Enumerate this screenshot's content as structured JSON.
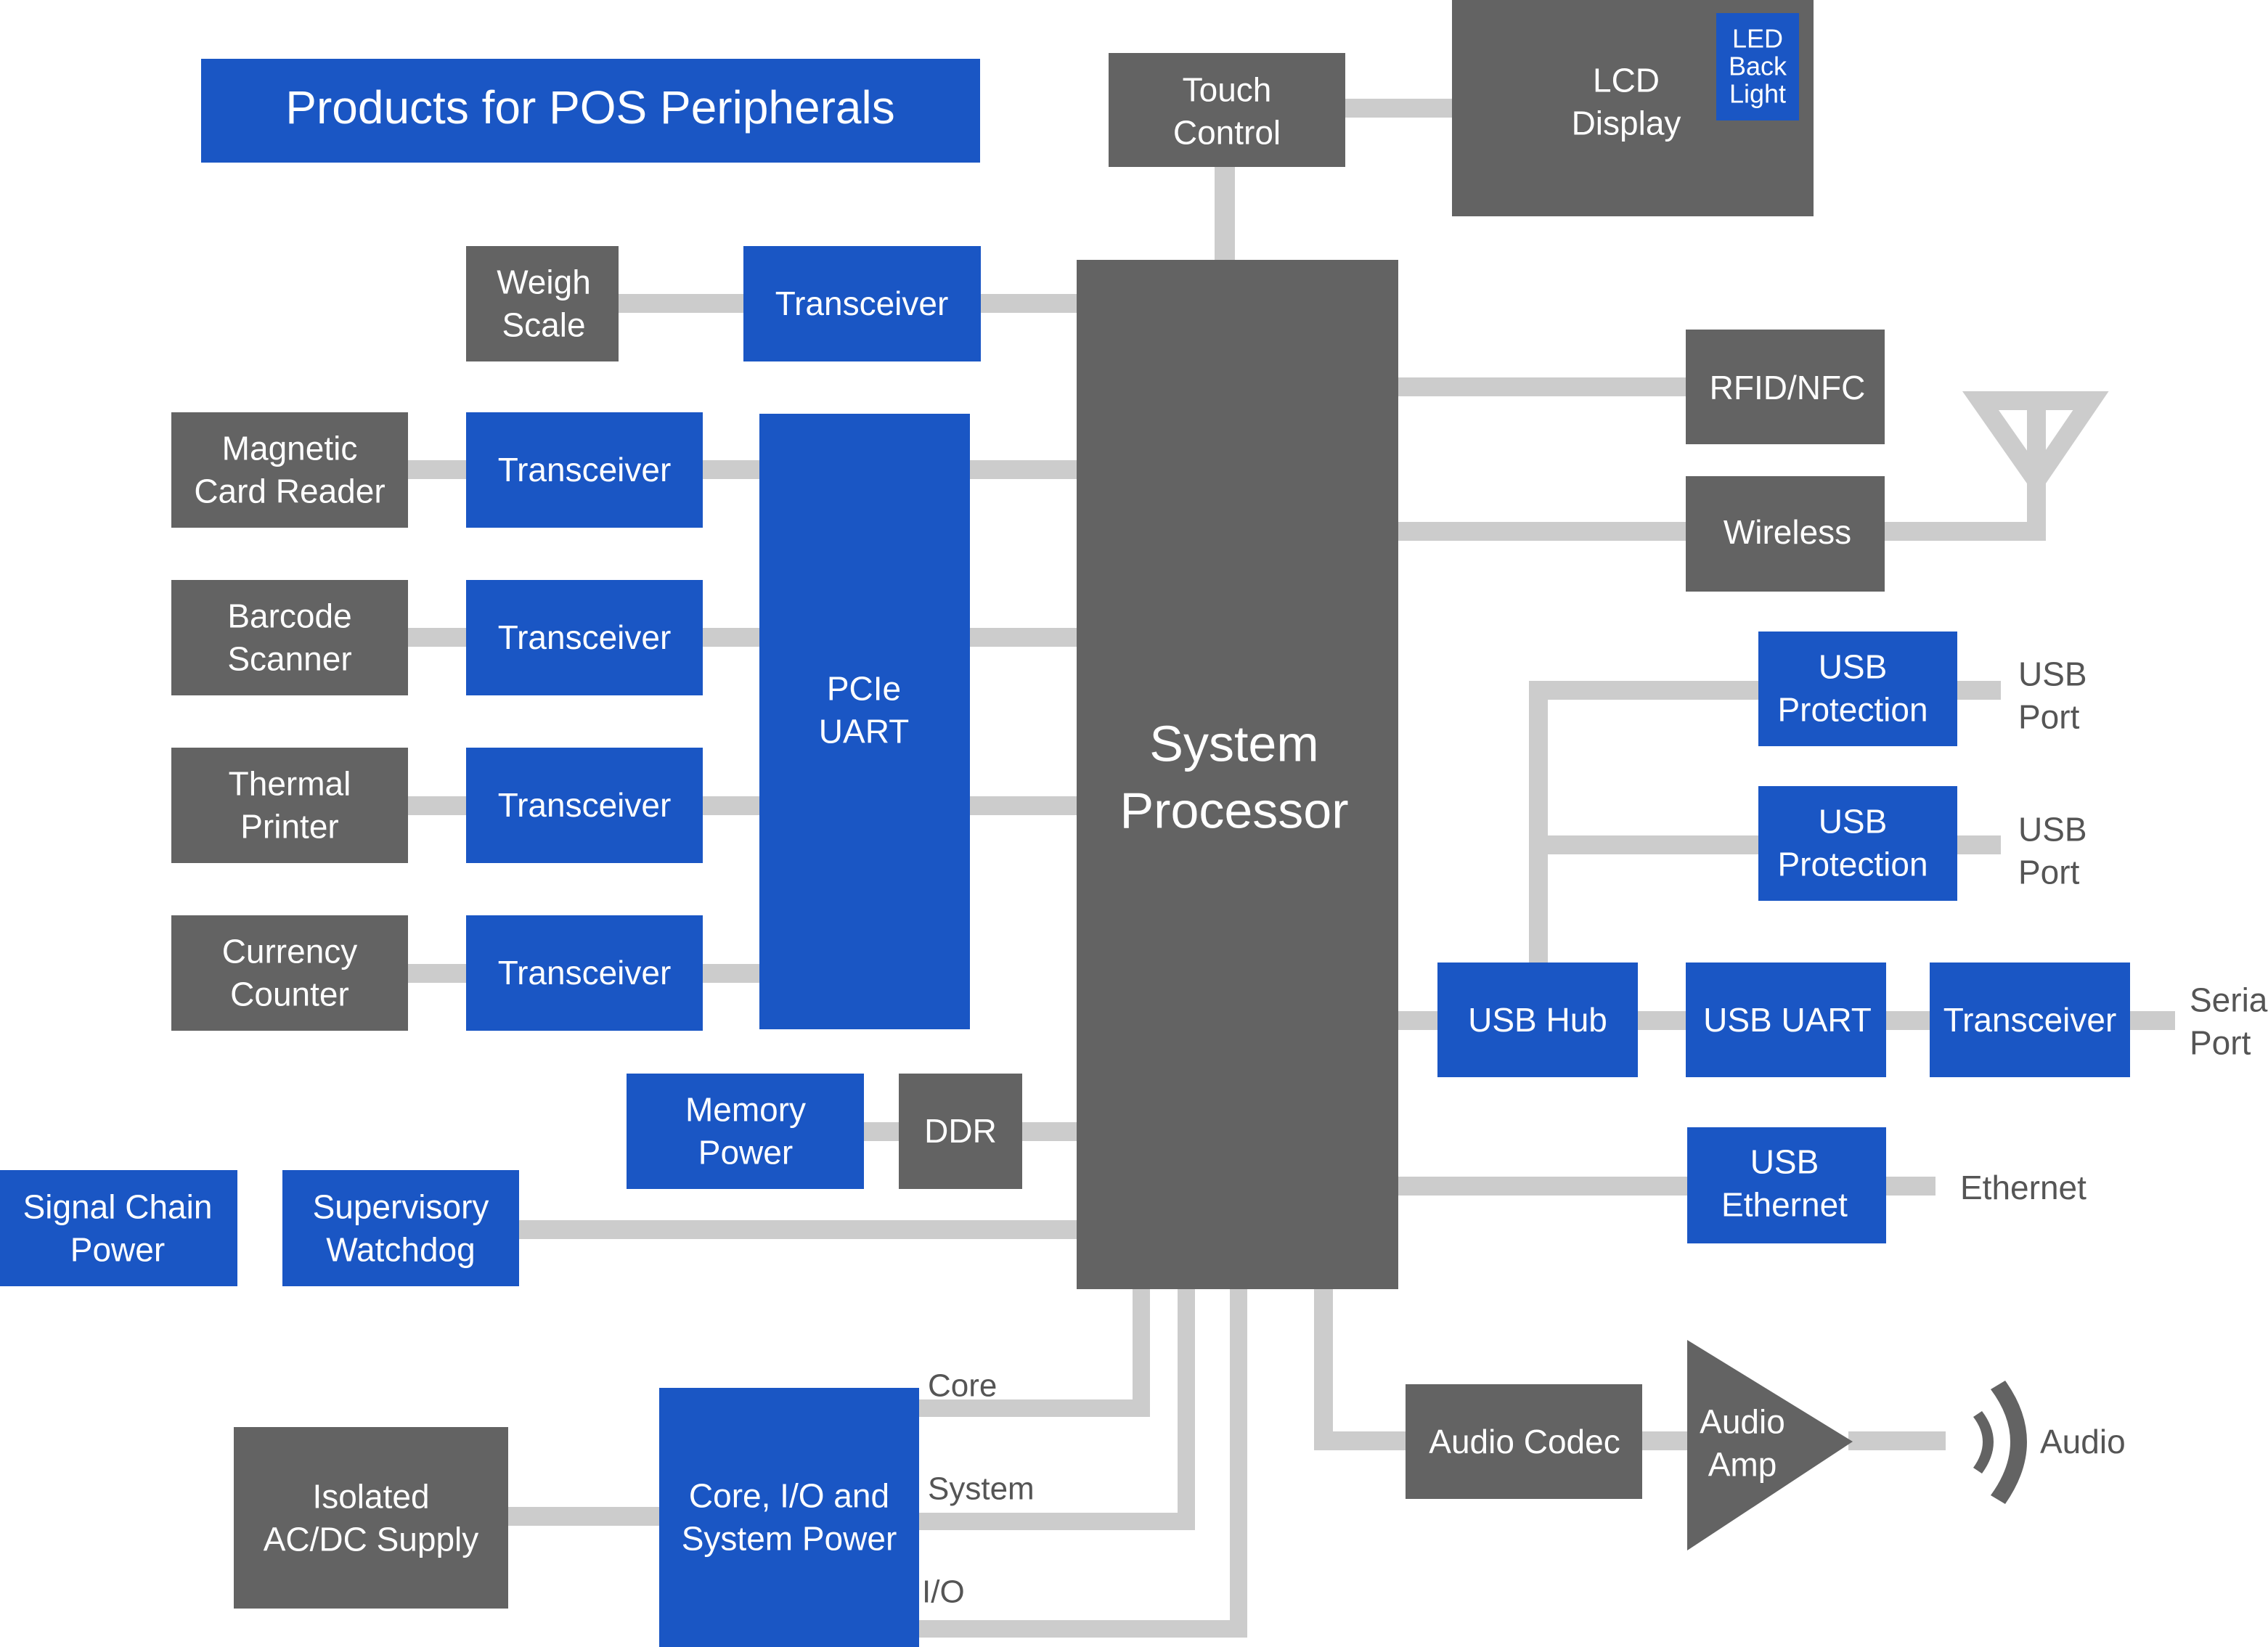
{
  "title": "Products for POS Peripherals",
  "colors": {
    "blue": "#1a56c4",
    "gray": "#636363",
    "line": "#cccccc",
    "external_text": "#555555"
  },
  "blocks": {
    "touch_control": [
      "Touch",
      "Control"
    ],
    "lcd_display": [
      "LCD",
      "Display"
    ],
    "led_backlight": [
      "LED",
      "Back",
      "Light"
    ],
    "weigh_scale": [
      "Weigh",
      "Scale"
    ],
    "transceiver_weigh": [
      "Transceiver"
    ],
    "system_processor": [
      "System",
      "Processor"
    ],
    "rfid_nfc": [
      "RFID/NFC"
    ],
    "wireless": [
      "Wireless"
    ],
    "magnetic_card_reader": [
      "Magnetic",
      "Card Reader"
    ],
    "transceiver_magnetic": [
      "Transceiver"
    ],
    "barcode_scanner": [
      "Barcode",
      "Scanner"
    ],
    "transceiver_barcode": [
      "Transceiver"
    ],
    "thermal_printer": [
      "Thermal",
      "Printer"
    ],
    "transceiver_thermal": [
      "Transceiver"
    ],
    "currency_counter": [
      "Currency",
      "Counter"
    ],
    "transceiver_currency": [
      "Transceiver"
    ],
    "pcie_uart": [
      "PCIe",
      "UART"
    ],
    "memory_power": [
      "Memory",
      "Power"
    ],
    "ddr": [
      "DDR"
    ],
    "signal_chain_power": [
      "Signal Chain",
      "Power"
    ],
    "supervisory_watchdog": [
      "Supervisory",
      "Watchdog"
    ],
    "usb_protection_1": [
      "USB",
      "Protection"
    ],
    "usb_protection_2": [
      "USB",
      "Protection"
    ],
    "usb_hub": [
      "USB Hub"
    ],
    "usb_uart": [
      "USB UART"
    ],
    "transceiver_serial": [
      "Transceiver"
    ],
    "usb_ethernet": [
      "USB",
      "Ethernet"
    ],
    "audio_codec": [
      "Audio Codec"
    ],
    "audio_amp": [
      "Audio",
      "Amp"
    ],
    "isolated_supply": [
      "Isolated",
      "AC/DC Supply"
    ],
    "core_io_system_power": [
      "Core, I/O and",
      "System Power"
    ]
  },
  "external_labels": {
    "usb_port_1": [
      "USB",
      "Port"
    ],
    "usb_port_2": [
      "USB",
      "Port"
    ],
    "serial_port": [
      "Serial",
      "Port"
    ],
    "ethernet": [
      "Ethernet"
    ],
    "audio": [
      "Audio"
    ],
    "core": [
      "Core"
    ],
    "system": [
      "System"
    ],
    "io": [
      "I/O"
    ]
  },
  "icons": {
    "antenna": "antenna-icon",
    "speaker": "speaker-icon"
  }
}
